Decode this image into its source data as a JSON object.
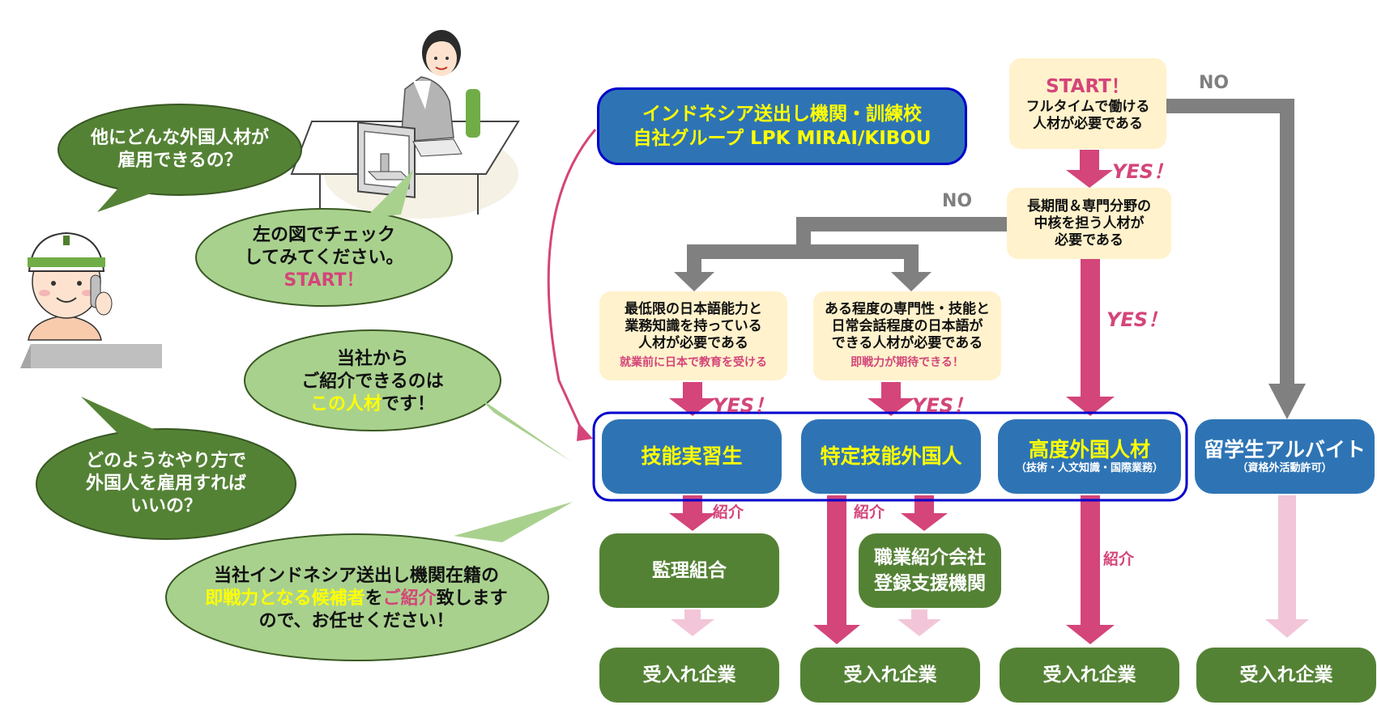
{
  "colors": {
    "pink_arrow": "#d4457a",
    "pale_pink_arrow": "#f2c6d8",
    "gray_arrow": "#808080",
    "cream_box": "#fff2cc",
    "blue_box": "#2e74b5",
    "green_box": "#548235",
    "dark_bubble": "#4f7f2e",
    "light_bubble": "#a9d18e",
    "highlight_yellow": "#ffff00"
  },
  "left": {
    "bubble_question_1": {
      "line1": "他にどんな外国人材が",
      "line2": "雇用できるの？"
    },
    "bubble_check": {
      "line1": "左の図でチェック",
      "line2": "してみてください。",
      "line3": "START！"
    },
    "bubble_intro": {
      "line1": "当社から",
      "line2": "ご紹介できるのは",
      "line3_highlight": "この人材",
      "line3_rest": "です！"
    },
    "bubble_question_2": {
      "line1": "どのようなやり方で",
      "line2": "外国人を雇用すれば",
      "line3": "いいの？"
    },
    "bubble_entrust": {
      "line1": "当社インドネシア送出し機関在籍の",
      "line2_yellow": "即戦力となる候補者",
      "line2_mid": "を",
      "line2_pink": "ご紹介",
      "line2_rest": "致します",
      "line3": "ので、お任せください！"
    }
  },
  "flow": {
    "source_box": {
      "line1": "インドネシア送出し機関・訓練校",
      "line2": "自社グループ LPK MIRAI/KIBOU"
    },
    "start_box": {
      "title": "START！",
      "line1": "フルタイムで働ける",
      "line2": "人材が必要である"
    },
    "longterm_box": {
      "line1": "長期間＆専門分野の",
      "line2": "中核を担う人材が",
      "line3": "必要である"
    },
    "minimum_box": {
      "line1": "最低限の日本語能力と",
      "line2": "業務知識を持っている",
      "line3": "人材が必要である",
      "note": "就業前に日本で教育を受ける"
    },
    "skilled_box": {
      "line1": "ある程度の専門性・技能と",
      "line2": "日常会話程度の日本語が",
      "line3": "できる人材が必要である",
      "note": "即戦力が期待できる！"
    },
    "labels": {
      "yes": "YES！",
      "no": "NO",
      "intro": "紹介"
    },
    "categories": [
      {
        "name": "技能実習生",
        "sub": ""
      },
      {
        "name": "特定技能外国人",
        "sub": ""
      },
      {
        "name": "高度外国人材",
        "sub": "（技術・人文知識・国際業務）"
      },
      {
        "name": "留学生アルバイト",
        "sub": "（資格外活動許可）"
      }
    ],
    "kanri": "監理組合",
    "agency": {
      "line1": "職業紹介会社",
      "line2": "登録支援機関"
    },
    "receiver": "受入れ企業"
  }
}
